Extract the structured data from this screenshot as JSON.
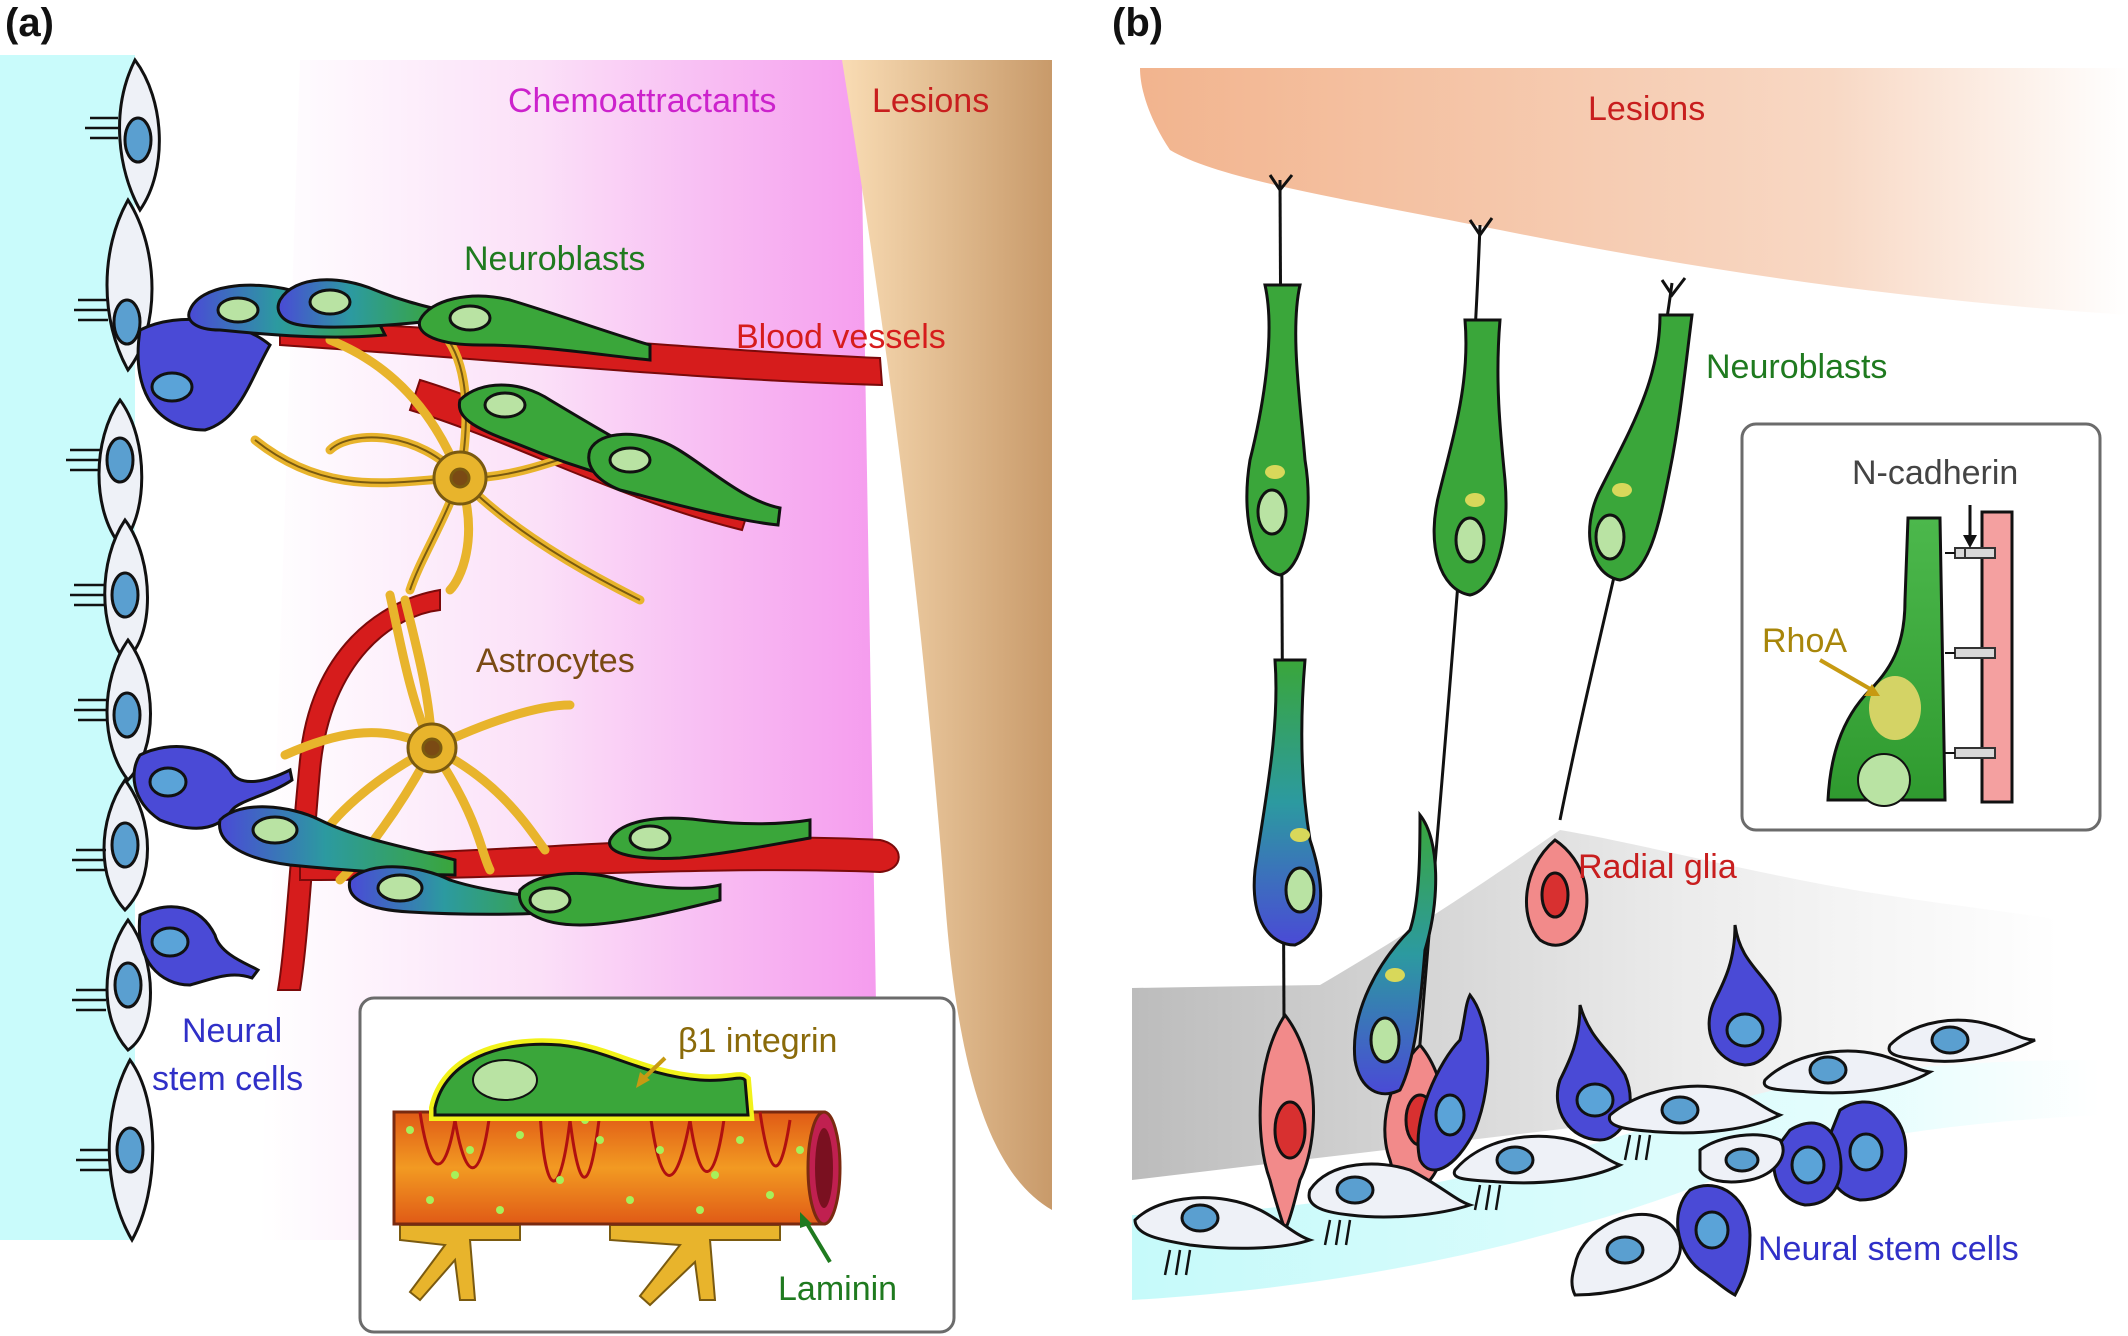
{
  "panel_a": {
    "letter": "(a)",
    "labels": {
      "chemoattractants": "Chemoattractants",
      "lesions": "Lesions",
      "neuroblasts": "Neuroblasts",
      "blood_vessels": "Blood vessels",
      "astrocytes": "Astrocytes",
      "neural_stem_cells_line1": "Neural",
      "neural_stem_cells_line2": "stem cells"
    },
    "inset": {
      "beta1_integrin": "β1 integrin",
      "laminin": "Laminin"
    }
  },
  "panel_b": {
    "letter": "(b)",
    "labels": {
      "lesions": "Lesions",
      "neuroblasts": "Neuroblasts",
      "radial_glia": "Radial glia",
      "neural_stem_cells": "Neural stem cells"
    },
    "inset": {
      "n_cadherin": "N-cadherin",
      "rhoa": "RhoA"
    }
  },
  "colors": {
    "ventricle_cyan": "#c9fbfb",
    "chemo_pink": "#f59bee",
    "lesion_tan": "#f2c99a",
    "neuroblast_green": "#3aa63a",
    "nsc_blue": "#4a4ad6",
    "vessel_red": "#d61c1c",
    "astrocyte_gold": "#e8b42c",
    "radial_glia_pink": "#f28a8a",
    "nucleus_light_green": "#b9e3a3",
    "label_magenta": "#cc22cc",
    "label_red": "#c81e1e",
    "label_green": "#1f7a1f",
    "label_blue": "#3030c8",
    "label_brown": "#7a4a14",
    "label_gold": "#a8860a"
  }
}
